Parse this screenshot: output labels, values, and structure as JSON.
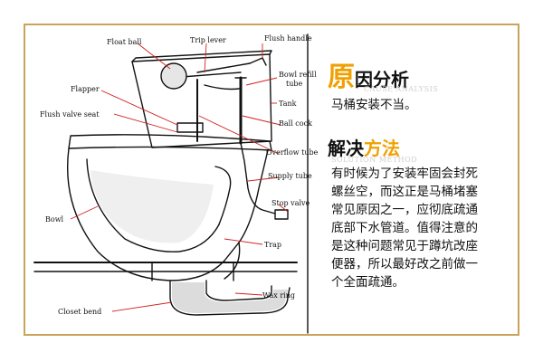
{
  "colors": {
    "accent": "#f0a000",
    "border": "#c9a35a",
    "pipe_fill": "#d8d8d8"
  },
  "diagram": {
    "labels": {
      "float_ball": "Float ball",
      "trip_lever": "Trip lever",
      "flush_handle": "Flush handle",
      "bowl_refill_tube_1": "Bowl refill",
      "bowl_refill_tube_2": "tube",
      "flapper": "Flapper",
      "tank": "Tank",
      "flush_valve_seat": "Flush valve seat",
      "ball cock": "Ball cock",
      "overflow_tube": "Overflow tube",
      "supply_tube": "Supply tube",
      "stop_valve": "Stop valve",
      "bowl": "Bowl",
      "trap": "Trap",
      "wax_ring": "Wax ring",
      "closet_bend": "Closet bend"
    }
  },
  "cause": {
    "title_first_char": "原",
    "title_rest": "因分析",
    "subtitle_en": "CAUSE ANALYSIS",
    "text": "马桶安装不当。"
  },
  "solution": {
    "title_black": "解决",
    "title_orange": "方法",
    "subtitle_en": "SOLUTION METHOD",
    "lines": [
      "有时候为了安装牢固会封死",
      "螺丝空，而这正是马桶堵塞",
      "常见原因之一，应彻底疏通",
      "底部下水管道。值得注意的",
      "是这种问题常见于蹲坑改座",
      "便器，所以最好改之前做一",
      "个全面疏通。"
    ]
  }
}
